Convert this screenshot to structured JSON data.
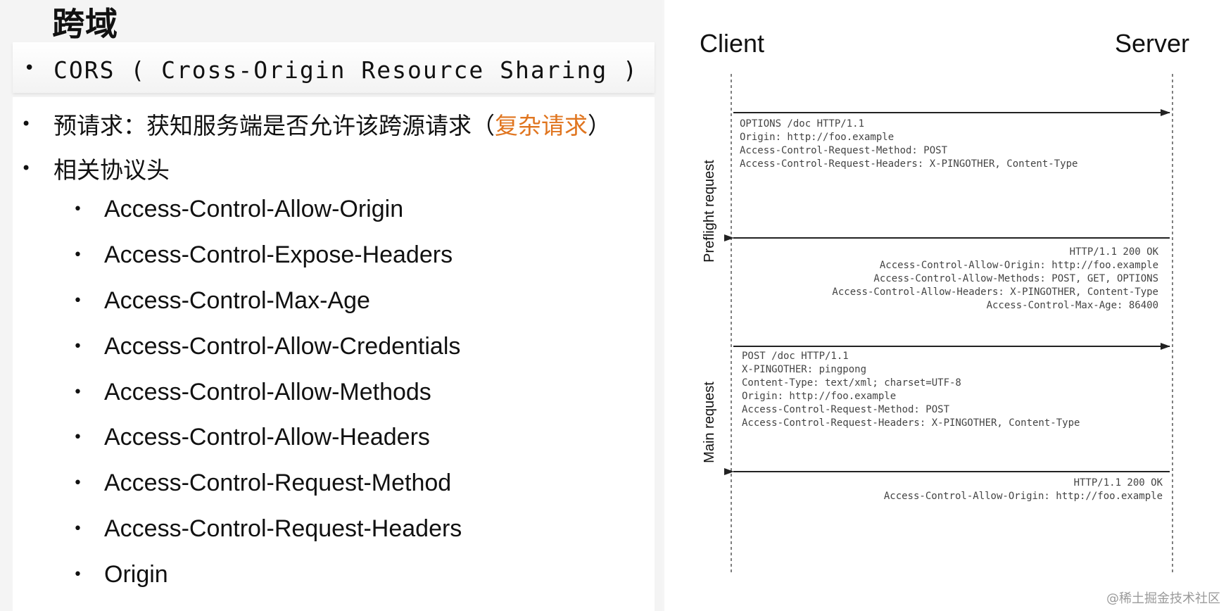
{
  "title": "跨域",
  "cors_line": "CORS (  Cross-Origin Resource Sharing )",
  "preflight": {
    "prefix": "预请求：获知服务端是否允许该跨源请求（",
    "highlight": "复杂请求",
    "suffix": "）"
  },
  "headers_label": "相关协议头",
  "headers": [
    "Access-Control-Allow-Origin",
    "Access-Control-Expose-Headers",
    "Access-Control-Max-Age",
    "Access-Control-Allow-Credentials",
    "Access-Control-Allow-Methods",
    "Access-Control-Allow-Headers",
    "Access-Control-Request-Method",
    "Access-Control-Request-Headers",
    "Origin"
  ],
  "diagram": {
    "client": "Client",
    "server": "Server",
    "preflight_label": "Preflight request",
    "main_label": "Main request",
    "msg1": [
      "OPTIONS /doc HTTP/1.1",
      "Origin: http://foo.example",
      "Access-Control-Request-Method: POST",
      "Access-Control-Request-Headers: X-PINGOTHER, Content-Type"
    ],
    "msg2": [
      "HTTP/1.1 200 OK",
      "Access-Control-Allow-Origin: http://foo.example",
      "Access-Control-Allow-Methods: POST, GET, OPTIONS",
      "Access-Control-Allow-Headers: X-PINGOTHER, Content-Type",
      "Access-Control-Max-Age: 86400"
    ],
    "msg3": [
      "POST /doc HTTP/1.1",
      "X-PINGOTHER: pingpong",
      "Content-Type: text/xml; charset=UTF-8",
      "Origin: http://foo.example",
      "Access-Control-Request-Method: POST",
      "Access-Control-Request-Headers: X-PINGOTHER, Content-Type"
    ],
    "msg4": [
      "HTTP/1.1 200 OK",
      "Access-Control-Allow-Origin: http://foo.example"
    ]
  },
  "watermark": "@稀土掘金技术社区"
}
